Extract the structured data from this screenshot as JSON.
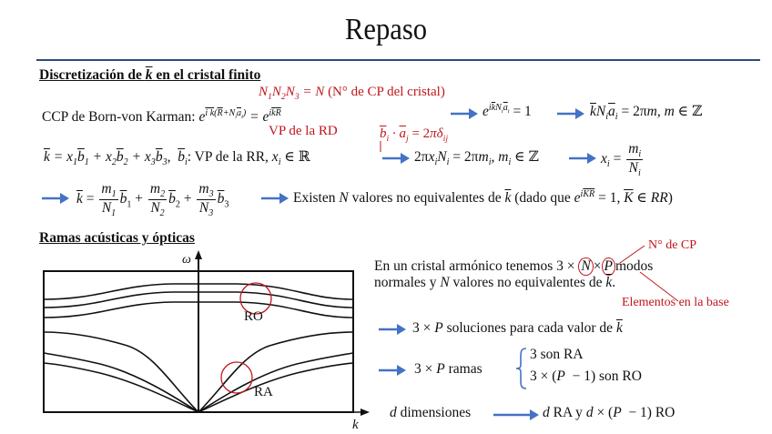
{
  "title": "Repaso",
  "section1": {
    "heading_pre": "Discretización de ",
    "heading_k": "k",
    "heading_post": " en el cristal finito",
    "annotation_top": "N₁N₂N₃ = N (N° de CP del cristal)",
    "ccp_label": "CCP de Born-von Karman: ",
    "ccp_lhs": "e^{ik(R+Nᵢaᵢ)}",
    "ccp_rhs": "= e^{ikR}",
    "annotation_vp": "VP de la RD",
    "step1": "e^{ikNᵢaᵢ} = 1",
    "step2": "kNᵢaᵢ = 2πm, m ∈ ℤ",
    "annotation_b": "bᵢ · aⱼ = 2πδᵢⱼ",
    "line2_expansion": "k = x₁b₁ + x₂b₂ + x₃b₃,  bᵢ: VP de la RR, xᵢ ∈ ℝ",
    "line2_step": "2πxᵢNᵢ = 2πmᵢ, mᵢ ∈ ℤ",
    "line2_result": "xᵢ = mᵢ / Nᵢ",
    "line3_k": "k = m₁/N₁ b₁ + m₂/N₂ b₂ + m₃/N₃ b₃",
    "line3_text": "Existen N valores no equivalentes de k (dado que e^{iKR} = 1, K ∈ RR)"
  },
  "section2": {
    "heading": "Ramas acústicas y ópticas",
    "diagram": {
      "y_axis_label": "ω",
      "x_axis_label": "k",
      "optical_label": "RO",
      "acoustic_label": "RA"
    },
    "para_line1_pre": "En un cristal armónico tenemos 3 ×",
    "para_N": "N",
    "para_P": "P",
    "para_line1_post": "modos",
    "para_line2": "normales y N valores no equivalentes de k.",
    "annotation_cp": "N° de CP",
    "annotation_base": "Elementos en la base",
    "bullet1": "3 × P soluciones para cada valor de k",
    "bullet2_label": "3 × P ramas",
    "bullet2_case1": "3 son RA",
    "bullet2_case2": "3 × (P − 1) son RO",
    "bullet3_left": "d dimensiones",
    "bullet3_right": "d RA y d × (P − 1) RO"
  },
  "colors": {
    "accent_red": "#c0161c",
    "arrow_blue": "#4472c4",
    "rule_navy": "#2e4a7a"
  }
}
